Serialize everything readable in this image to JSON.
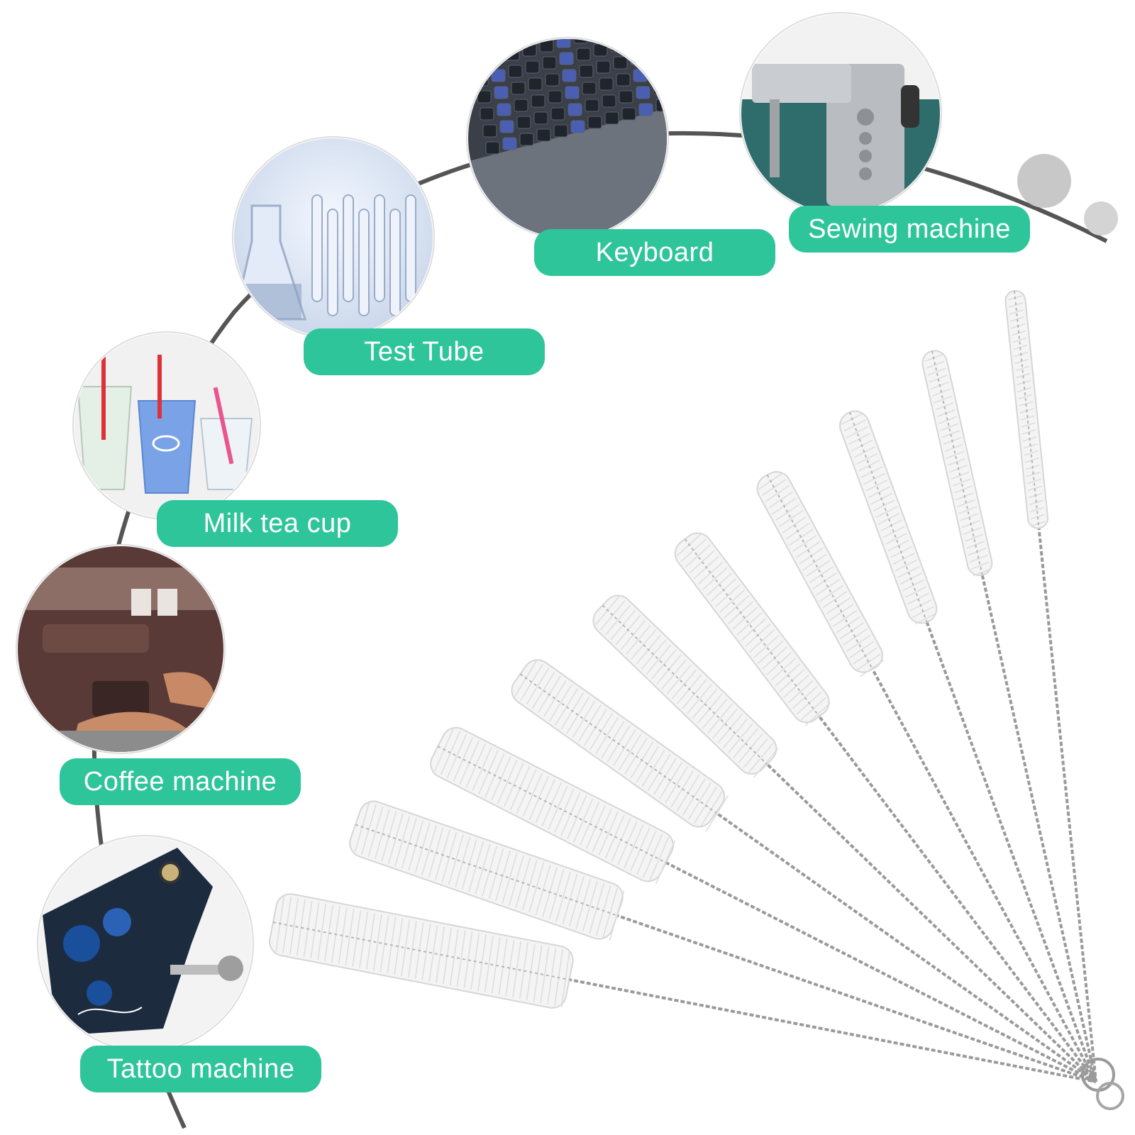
{
  "colors": {
    "label_bg": "#2ec59a",
    "arc": "#555555",
    "bristle": "#f4f4f4",
    "wire": "#9a9a9a"
  },
  "usage_labels": [
    {
      "text": "Keyboard",
      "icon": "keyboard-photo"
    },
    {
      "text": "Sewing machine",
      "icon": "sewing-machine-photo"
    },
    {
      "text": "Test Tube",
      "icon": "test-tube-photo"
    },
    {
      "text": "Milk tea cup",
      "icon": "milk-tea-cup-photo"
    },
    {
      "text": "Coffee machine",
      "icon": "coffee-machine-photo"
    },
    {
      "text": "Tattoo machine",
      "icon": "tattoo-machine-photo"
    }
  ],
  "product": {
    "brush_count": 10
  }
}
